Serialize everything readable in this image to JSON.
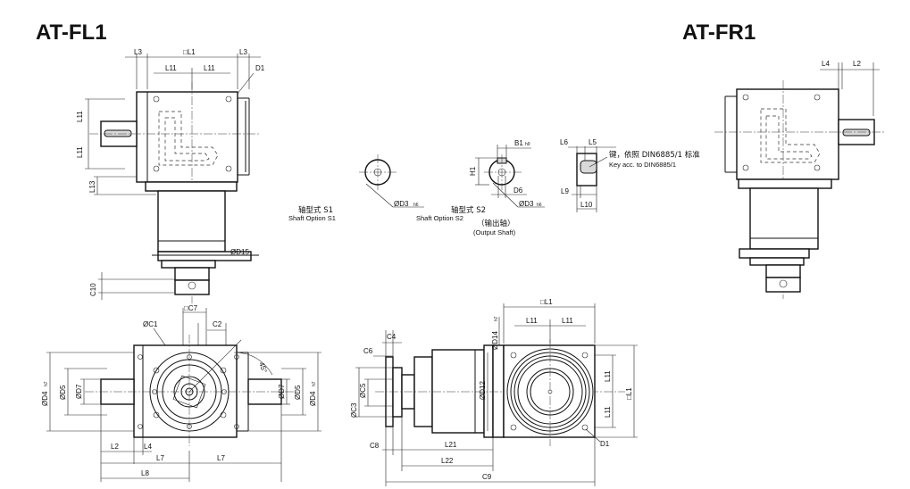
{
  "titles": {
    "left": "AT-FL1",
    "right": "AT-FR1"
  },
  "shaft_options": {
    "s1_cn": "轴型式 S1",
    "s1_en": "Shaft Option S1",
    "s2_cn": "轴型式 S2",
    "s2_en": "Shaft Option S2",
    "output_cn": "（输出轴）",
    "output_en": "(Output Shaft)"
  },
  "key_note": {
    "cn": "键，依照 DIN6885/1 标准",
    "en": "Key acc. to DIN6885/1"
  },
  "dims": {
    "L1": "□L1",
    "L3": "L3",
    "L11": "L11",
    "D1": "D1",
    "L13": "L13",
    "D15": "ØD15",
    "C10": "C10",
    "D3": "ØD3",
    "D3_tol": "h6",
    "H1": "H1",
    "B1": "B1",
    "B1_tol": "h9",
    "D6": "D6",
    "L5": "L5",
    "L6": "L6",
    "L9": "L9",
    "L10": "L10",
    "L4": "L4",
    "L2": "L2",
    "C7": "□C7",
    "C1": "ØC1",
    "C2": "C2",
    "angle": "45°",
    "D4": "ØD4",
    "D4_tol": "h7",
    "D5": "ØD5",
    "D7": "ØD7",
    "L7": "L7",
    "L8": "L8",
    "C4": "C4",
    "C6": "C6",
    "C5": "ØC5",
    "C3": "ØC3",
    "C8": "C8",
    "D12": "ØD12",
    "D14": "ØD14",
    "D14_tol": "h7",
    "L21": "L21",
    "L22": "L22",
    "C9": "C9"
  }
}
